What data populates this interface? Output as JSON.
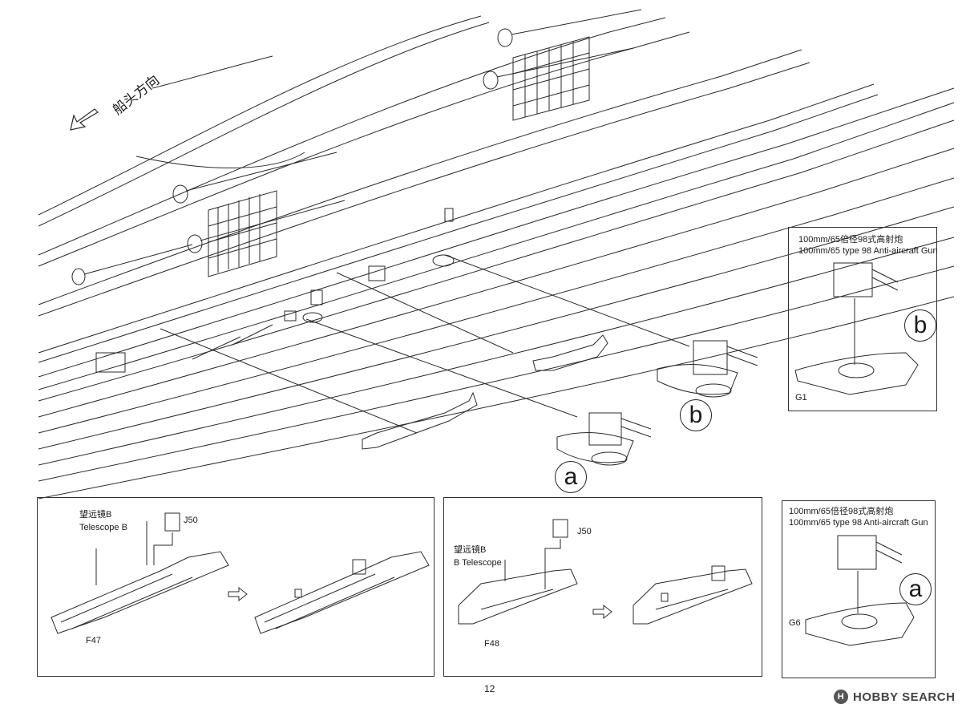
{
  "bow_direction": "船头方向",
  "callouts": {
    "a": "a",
    "b": "b"
  },
  "gun_panels": [
    {
      "title_cn": "100mm/65倍径98式高射炮",
      "title_en": "100mm/65 type 98 Anti-aircraft Gun",
      "step": "b",
      "part": "G1"
    },
    {
      "title_cn": "100mm/65倍径98式高射炮",
      "title_en": "100mm/65 type 98 Anti-aircraft Gun",
      "step": "a",
      "part": "G6"
    }
  ],
  "sub_panels": [
    {
      "telescope_cn": "望远镜B",
      "telescope_en": "Telescope B",
      "part_top": "J50",
      "part_base": "F47"
    },
    {
      "telescope_cn": "望远镜B",
      "telescope_en": "B  Telescope",
      "part_top": "J50",
      "part_base": "F48"
    }
  ],
  "page_number": "12",
  "watermark": {
    "logo": "H",
    "text": "HOBBY SEARCH"
  },
  "colors": {
    "line": "#2a2a2a",
    "border": "#333333"
  }
}
